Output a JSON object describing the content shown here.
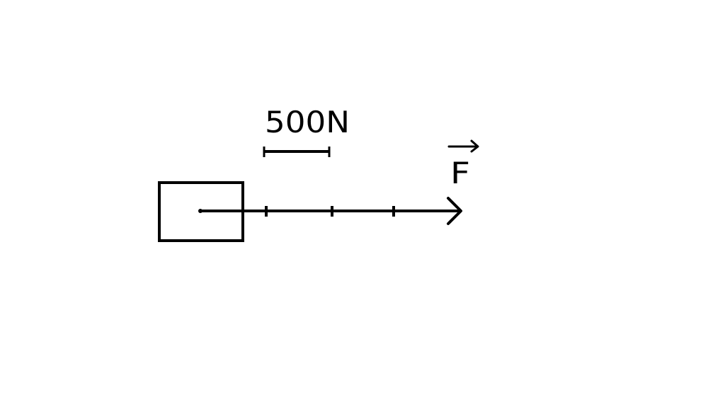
{
  "diagram": {
    "scale_label": "500N",
    "vector_label": "F",
    "ink_color": "#000000",
    "background_color": "#ffffff",
    "elements": [
      "box",
      "scale-bar",
      "force-arrow",
      "tick-marks",
      "vector-symbol"
    ]
  }
}
